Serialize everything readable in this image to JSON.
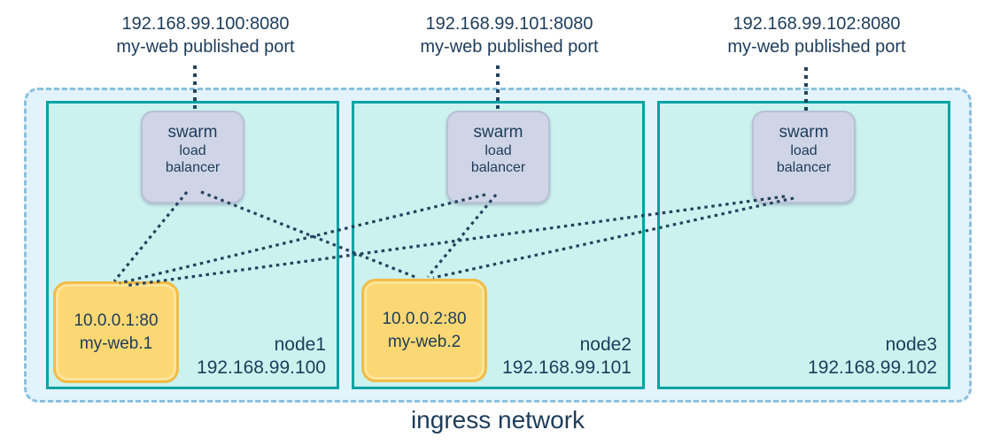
{
  "network_label": "ingress network",
  "published_ports": [
    {
      "address": "192.168.99.100:8080",
      "caption": "my-web published port"
    },
    {
      "address": "192.168.99.101:8080",
      "caption": "my-web published port"
    },
    {
      "address": "192.168.99.102:8080",
      "caption": "my-web published port"
    }
  ],
  "nodes": [
    {
      "name": "node1",
      "ip": "192.168.99.100",
      "load_balancer": {
        "line1": "swarm",
        "line2": "load",
        "line3": "balancer"
      },
      "task": {
        "address": "10.0.0.1:80",
        "name": "my-web.1"
      }
    },
    {
      "name": "node2",
      "ip": "192.168.99.101",
      "load_balancer": {
        "line1": "swarm",
        "line2": "load",
        "line3": "balancer"
      },
      "task": {
        "address": "10.0.0.2:80",
        "name": "my-web.2"
      }
    },
    {
      "name": "node3",
      "ip": "192.168.99.102",
      "load_balancer": {
        "line1": "swarm",
        "line2": "load",
        "line3": "balancer"
      }
    }
  ],
  "colors": {
    "ingress_fill": "#e3f3fb",
    "ingress_border": "#8cc0dd",
    "node_fill": "#ccf2ef",
    "node_border": "#00a4a4",
    "load_balancer_fill": "#cfd5e6",
    "load_balancer_border": "#b8c0d6",
    "task_fill": "#fcd874",
    "task_border": "#f1bc45",
    "text": "#1d3c5a",
    "connector": "#24435e"
  }
}
